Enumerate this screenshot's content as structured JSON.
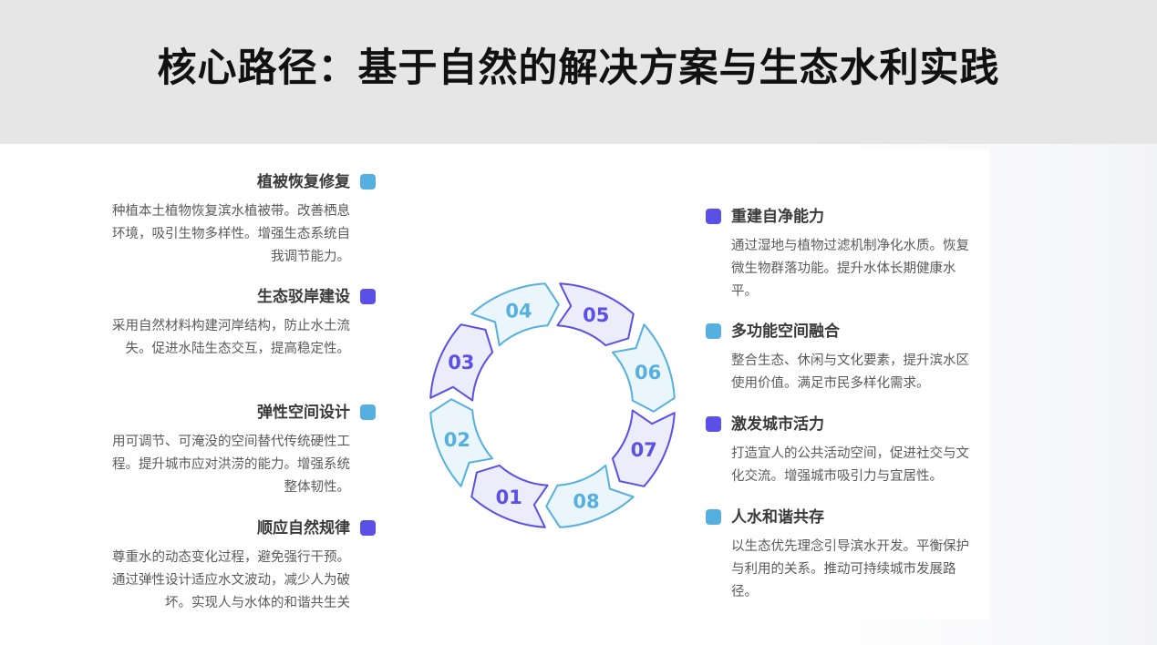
{
  "title": "核心路径：基于自然的解决方案与生态水利实践",
  "colors": {
    "purple": "#5b50e6",
    "blue": "#55b0e0",
    "purple_fill": "#edecfb",
    "blue_fill": "#eaf5fc"
  },
  "left_items": [
    {
      "title": "植被恢复修复",
      "body": "种植本土植物恢复滨水植被带。改善栖息环境，吸引生物多样性。增强生态系统自我调节能力。",
      "color": "blue"
    },
    {
      "title": "生态驳岸建设",
      "body": "采用自然材料构建河岸结构，防止水土流失。促进水陆生态交互，提高稳定性。",
      "color": "purple"
    },
    {
      "title": "弹性空间设计",
      "body": "用可调节、可淹没的空间替代传统硬性工程。提升城市应对洪涝的能力。增强系统整体韧性。",
      "color": "blue"
    },
    {
      "title": "顺应自然规律",
      "body": "尊重水的动态变化过程，避免强行干预。通过弹性设计适应水文波动，减少人为破坏。实现人与水体的和谐共生关",
      "color": "purple"
    }
  ],
  "right_items": [
    {
      "title": "重建自净能力",
      "body": "通过湿地与植物过滤机制净化水质。恢复微生物群落功能。提升水体长期健康水平。",
      "color": "purple"
    },
    {
      "title": "多功能空间融合",
      "body": "整合生态、休闲与文化要素，提升滨水区使用价值。满足市民多样化需求。",
      "color": "blue"
    },
    {
      "title": "激发城市活力",
      "body": "打造宜人的公共活动空间，促进社交与文化交流。增强城市吸引力与宜居性。",
      "color": "purple"
    },
    {
      "title": "人水和谐共存",
      "body": "以生态优先理念引导滨水开发。平衡保护与利用的关系。推动可持续城市发展路径。",
      "color": "blue"
    }
  ],
  "cycle": [
    "01",
    "02",
    "03",
    "04",
    "05",
    "06",
    "07",
    "08"
  ]
}
